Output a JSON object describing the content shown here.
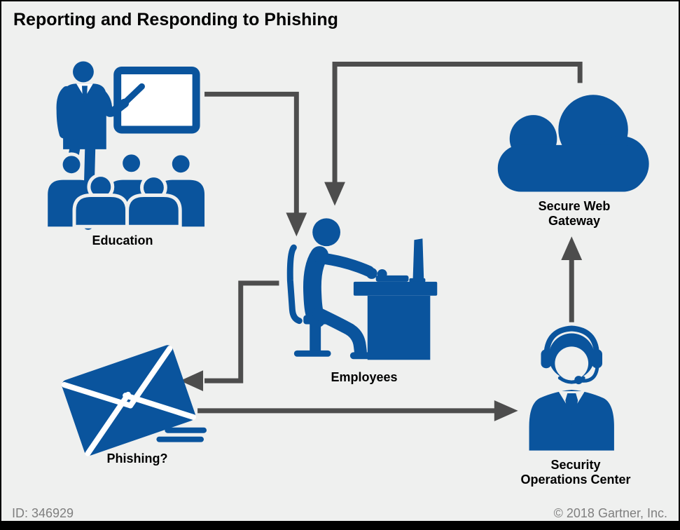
{
  "title": "Reporting and Responding to Phishing",
  "colors": {
    "icon_blue": "#0A549D",
    "arrow_gray": "#4D4D4D",
    "background": "#EFF0EF",
    "title_text": "#000000",
    "footer_text": "#7F7F7F",
    "footer_bar": "#000000"
  },
  "nodes": {
    "education": {
      "label": "Education"
    },
    "secure_web_gateway": {
      "label_line1": "Secure Web",
      "label_line2": "Gateway"
    },
    "employees": {
      "label": "Employees"
    },
    "phishing": {
      "label": "Phishing?"
    },
    "soc": {
      "label_line1": "Security",
      "label_line2": "Operations Center"
    }
  },
  "connections": [
    {
      "from": "education",
      "to": "employees"
    },
    {
      "from": "secure-web-gateway",
      "to": "employees"
    },
    {
      "from": "employees",
      "to": "phishing"
    },
    {
      "from": "phishing",
      "to": "security-operations-center"
    },
    {
      "from": "security-operations-center",
      "to": "secure-web-gateway"
    }
  ],
  "footer": {
    "id_label": "ID: 346929",
    "copyright": "© 2018 Gartner, Inc."
  }
}
